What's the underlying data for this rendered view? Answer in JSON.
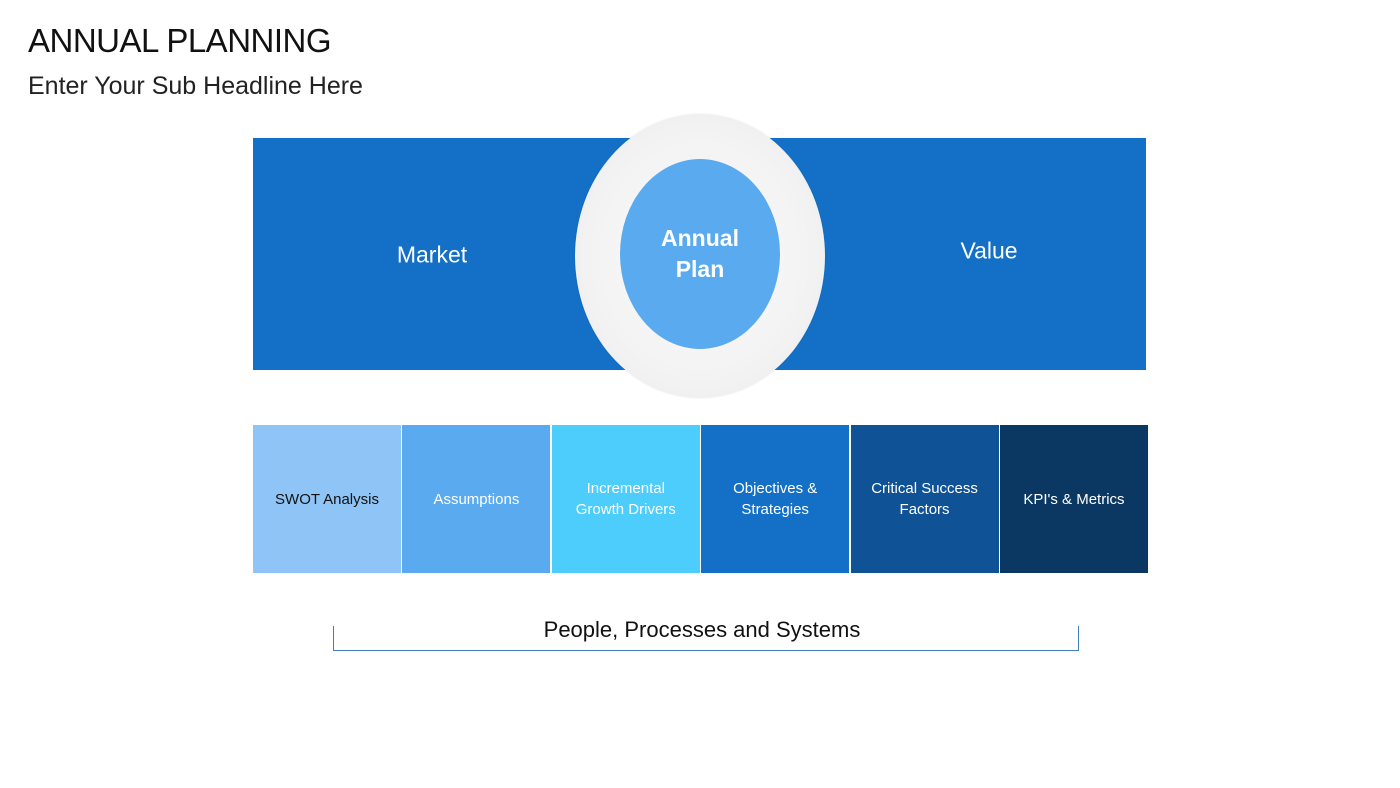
{
  "header": {
    "title": "ANNUAL PLANNING",
    "subtitle": "Enter Your Sub Headline Here"
  },
  "band": {
    "left_label": "Market",
    "right_label": "Value",
    "color": "#1370c6"
  },
  "center": {
    "label_lines": [
      "Annual",
      "Plan"
    ],
    "color": "#5aaaf0",
    "ring_color": "#f2f2f2"
  },
  "boxes": [
    {
      "lines": [
        "SWOT Analysis"
      ],
      "color": "#8ec5f6",
      "text_color": "#111111"
    },
    {
      "lines": [
        "Assumptions"
      ],
      "color": "#5aaaf0",
      "text_color": "#ffffff"
    },
    {
      "lines": [
        "Incremental",
        "Growth Drivers"
      ],
      "color": "#4dcdfc",
      "text_color": "#ffffff"
    },
    {
      "lines": [
        "Objectives &",
        "Strategies"
      ],
      "color": "#1370c6",
      "text_color": "#ffffff"
    },
    {
      "lines": [
        "Critical Success",
        "Factors"
      ],
      "color": "#0f5296",
      "text_color": "#ffffff"
    },
    {
      "lines": [
        "KPI's & Metrics"
      ],
      "color": "#0b3862",
      "text_color": "#ffffff"
    }
  ],
  "footer": {
    "bracket_label": "People, Processes and Systems",
    "bracket_color": "#3f7fc0"
  }
}
